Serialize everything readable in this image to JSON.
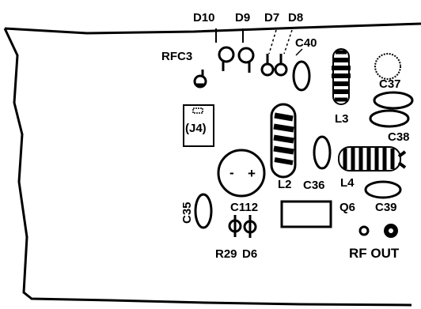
{
  "labels": {
    "d10": "D10",
    "d9": "D9",
    "d7": "D7",
    "d8": "D8",
    "rfc3": "RFC3",
    "c40": "C40",
    "c37": "C37",
    "j4": "(J4)",
    "l3": "L3",
    "c38": "C38",
    "l2": "L2",
    "c36": "C36",
    "l4": "L4",
    "c35": "C35",
    "c112": "C112",
    "q6": "Q6",
    "c39": "C39",
    "r29": "R29",
    "d6": "D6",
    "rf_out": "RF OUT",
    "minus": "-",
    "plus": "+"
  }
}
